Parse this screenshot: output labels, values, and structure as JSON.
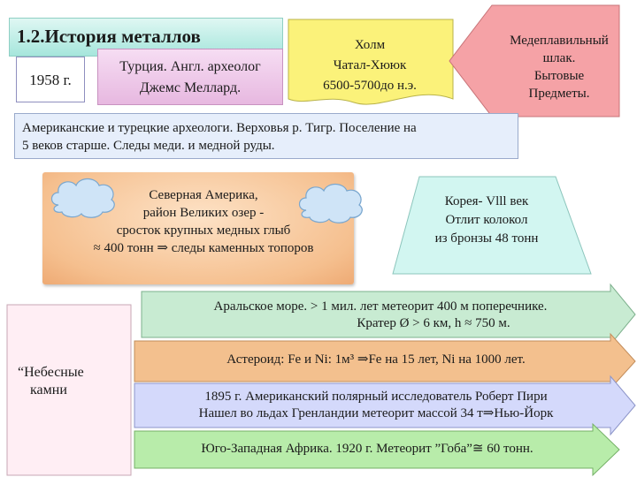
{
  "title": "1.2.История металлов",
  "year": "1958 г.",
  "turkey": {
    "line1": "Турция. Англ. археолог",
    "line2": "Джемс Меллард."
  },
  "hill": {
    "line1": "Холм",
    "line2": "Чатал-Хююк",
    "line3": "6500-5700до н.э."
  },
  "slag": {
    "line1": "Медеплавильный",
    "line2": "шлак.",
    "line3": "Бытовые",
    "line4": "Предметы."
  },
  "archaeologists": {
    "line1": "Американские и турецкие археологи. Верховья р. Тигр. Поселение на",
    "line2": "5 веков старше. Следы меди. и медной руды."
  },
  "north_america": {
    "line1": "Северная Америка,",
    "line2": "район Великих озер -",
    "line3": "сросток крупных медных глыб",
    "line4": "≈ 400 тонн ⇒ следы каменных топоров"
  },
  "korea": {
    "line1": "Корея- Vlll век",
    "line2": "Отлит колокол",
    "line3": "из бронзы 48 тонн"
  },
  "heavenly": {
    "line1": "“Небесные",
    "line2": "камни"
  },
  "aral": {
    "line1": "Аральское море. > 1 мил. лет метеорит 400 м поперечнике.",
    "line2": "Кратер Ø > 6 км, h ≈ 750 м."
  },
  "asteroid": {
    "line1": "Астероид: Fe и Ni: 1м³ ⇒Fe на 15 лет, Ni на 1000 лет."
  },
  "peary": {
    "line1": "1895 г. Американский полярный исследователь Роберт Пири",
    "line2": "Нашел во льдах Гренландии метеорит массой 34 т⇒Нью-Йорк"
  },
  "goba": {
    "line1": "Юго-Западная Африка. 1920 г. Метеорит ”Гоба”≅ 60 тонн."
  },
  "colors": {
    "title_bg": "#a6e6dc",
    "turkey_bg": "#e7b8e0",
    "hill_bg": "#fbf27a",
    "slag_bg": "#f5a2a6",
    "band_bg": "#e6eefb",
    "na_bg": "#f5bf8e",
    "korea_bg": "#d2f6f1",
    "arrow1_bg": "#c8ebd2",
    "arrow2_bg": "#f3c08e",
    "arrow3_bg": "#d4d9fb",
    "arrow4_bg": "#b8ecaa"
  }
}
